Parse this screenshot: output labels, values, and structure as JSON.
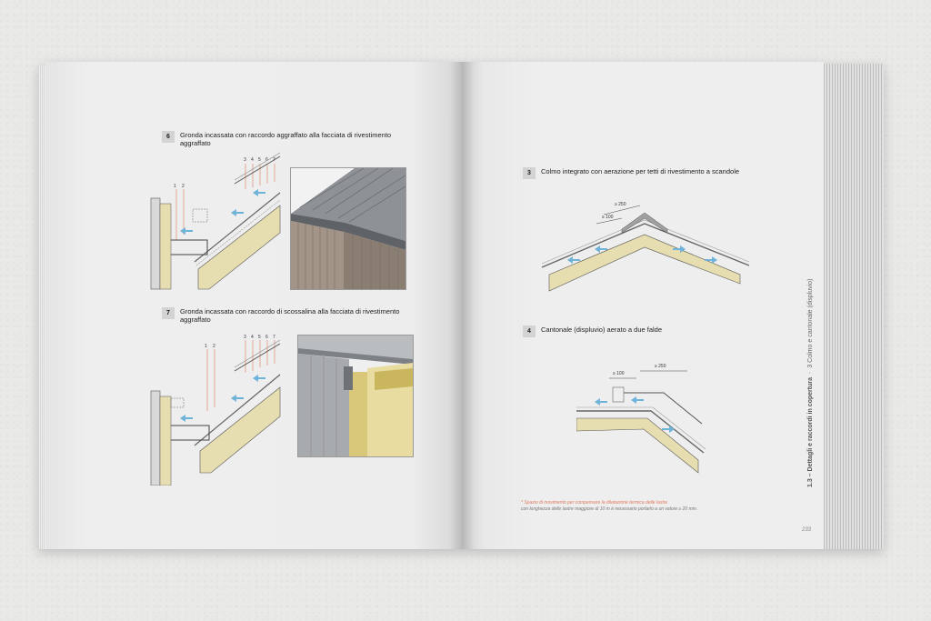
{
  "left_page": {
    "figure_6": {
      "number": "6",
      "title": "Gronda incassata con raccordo aggraffato alla facciata di rivestimento aggraffato",
      "callouts_left": [
        "1",
        "2"
      ],
      "callouts_top": [
        "3",
        "4",
        "5",
        "6",
        "7"
      ]
    },
    "figure_7": {
      "number": "7",
      "title": "Gronda incassata con raccordo di scossalina alla facciata di rivestimento aggraffato",
      "callouts_left": [
        "1",
        "2"
      ],
      "callouts_top": [
        "3",
        "4",
        "5",
        "6",
        "7"
      ]
    }
  },
  "right_page": {
    "figure_3": {
      "number": "3",
      "title": "Colmo integrato con aerazione per tetti di rivestimento a scandole",
      "dims": [
        "≥ 250",
        "≥ 100"
      ]
    },
    "figure_4": {
      "number": "4",
      "title": "Cantonale (displuvio) aerato a due falde",
      "dims": [
        "≥ 250",
        "≥ 100"
      ]
    },
    "footnote_line1": "* Spazio di movimento per compensare la dilatazione termica delle lastre",
    "footnote_line2": "con lunghezza delle lastre maggiore di 10 m è necessario portarlo a un valore ≥ 20 mm.",
    "page_number": "233",
    "side_label_bold": "1.3 – Dettagli e raccordi in copertura",
    "side_label_light": "3 Colmo e cantonale (displuvio)"
  },
  "colors": {
    "insulation": "#e6ddb0",
    "metal": "#8a8a8a",
    "air_arrow": "#6fb3d8",
    "callout_line": "#e07a5f"
  }
}
